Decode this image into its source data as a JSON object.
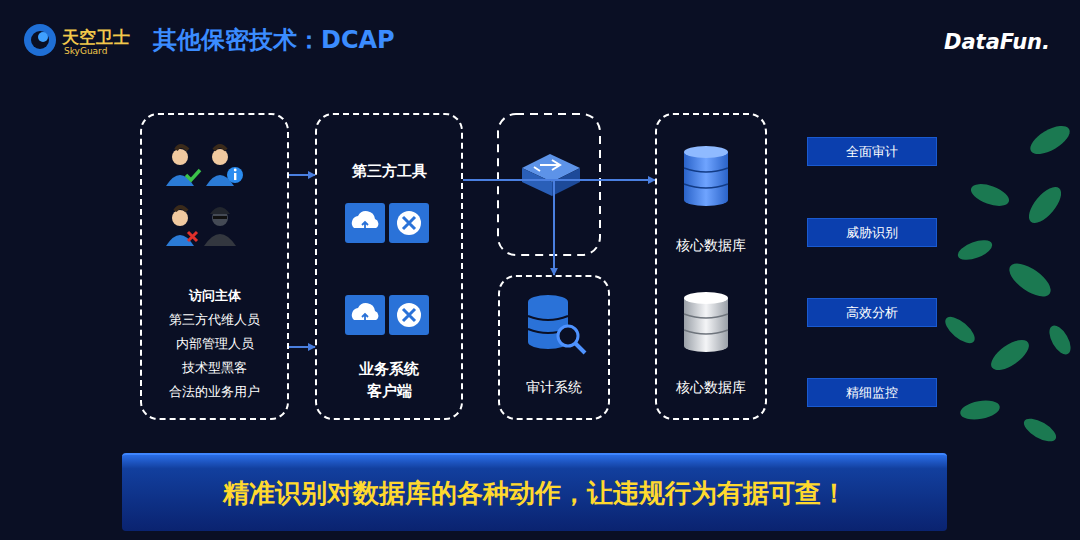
{
  "diagram": {
    "title": "其他保密技术：DCAP",
    "nodes": [
      {
        "text": [
          "访问主体",
          "第三方代维人员",
          "内部管理人员",
          "技术型黑客",
          "合法的业务用户"
        ]
      },
      {
        "text": [
          "第三方工具",
          "业务系统 客户端"
        ]
      },
      {
        "text": [
          "审计系统"
        ]
      },
      {
        "text": [
          "核心数据库",
          "核心数据库"
        ]
      },
      {
        "text": [
          "全面审计"
        ]
      },
      {
        "text": [
          "威胁识别"
        ]
      },
      {
        "text": [
          "高效分析"
        ]
      },
      {
        "text": [
          "精细监控"
        ]
      },
      {
        "text": [
          "精准识别对数据库的各种动作，让违规行为有据可查！"
        ]
      }
    ],
    "edges": [
      {
        "from": 0,
        "to": 1,
        "arrow": "to"
      },
      {
        "from": 0,
        "to": 1,
        "arrow": "to"
      },
      {
        "from": 1,
        "to": 3,
        "arrow": "to"
      },
      {
        "from": 1,
        "to": 2,
        "arrow": "to"
      }
    ],
    "labels": [
      "天空卫士",
      "SkyGuard",
      "DataFun."
    ]
  }
}
